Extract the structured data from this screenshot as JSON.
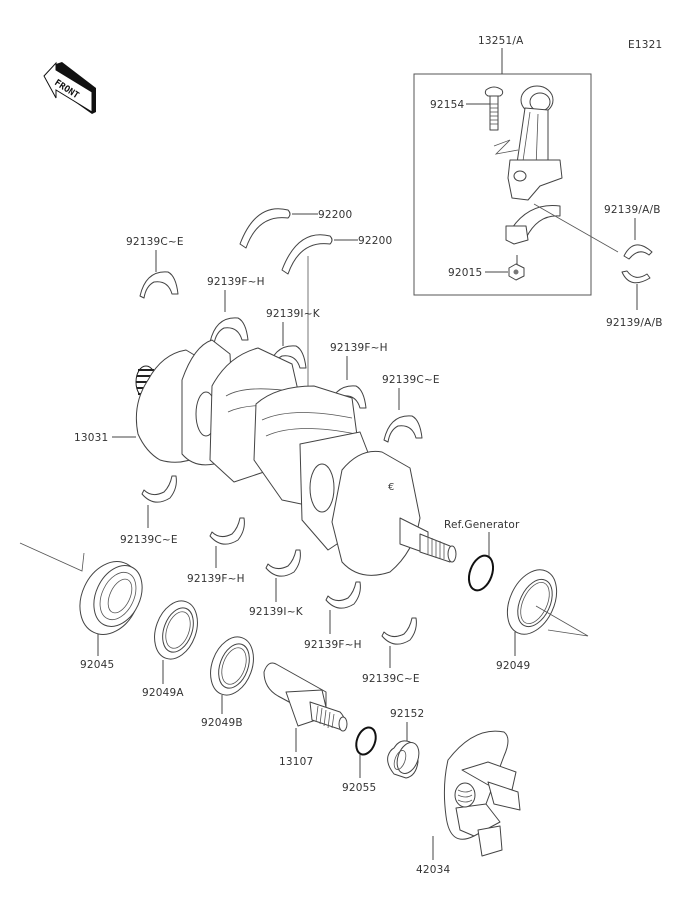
{
  "diagram": {
    "figure_code": "E1321",
    "front_indicator": "FRONT",
    "callouts": [
      {
        "id": "conrod-assy",
        "label": "13251/A"
      },
      {
        "id": "conrod-bolt",
        "label": "92154"
      },
      {
        "id": "conrod-nut",
        "label": "92015"
      },
      {
        "id": "conrod-bearing-upper",
        "label": "92139/A/B"
      },
      {
        "id": "conrod-bearing-lower",
        "label": "92139/A/B"
      },
      {
        "id": "thrust-washer-1",
        "label": "92200"
      },
      {
        "id": "thrust-washer-2",
        "label": "92200"
      },
      {
        "id": "main-bearing-ce-upper-1",
        "label": "92139C~E"
      },
      {
        "id": "main-bearing-fh-upper-1",
        "label": "92139F~H"
      },
      {
        "id": "main-bearing-ik-upper",
        "label": "92139I~K"
      },
      {
        "id": "main-bearing-fh-upper-2",
        "label": "92139F~H"
      },
      {
        "id": "main-bearing-ce-upper-2",
        "label": "92139C~E"
      },
      {
        "id": "crankshaft",
        "label": "13031"
      },
      {
        "id": "main-bearing-ce-lower-1",
        "label": "92139C~E"
      },
      {
        "id": "main-bearing-fh-lower-1",
        "label": "92139F~H"
      },
      {
        "id": "main-bearing-ik-lower",
        "label": "92139I~K"
      },
      {
        "id": "main-bearing-fh-lower-2",
        "label": "92139F~H"
      },
      {
        "id": "main-bearing-ce-lower-2",
        "label": "92139C~E"
      },
      {
        "id": "generator-ref",
        "label": "Ref.Generator"
      },
      {
        "id": "oil-seal-rear",
        "label": "92049"
      },
      {
        "id": "ball-bearing",
        "label": "92045"
      },
      {
        "id": "oil-seal-a",
        "label": "92049A"
      },
      {
        "id": "oil-seal-b",
        "label": "92049B"
      },
      {
        "id": "shaft",
        "label": "13107"
      },
      {
        "id": "o-ring",
        "label": "92055"
      },
      {
        "id": "collar",
        "label": "92152"
      },
      {
        "id": "coupling",
        "label": "42034"
      }
    ]
  }
}
